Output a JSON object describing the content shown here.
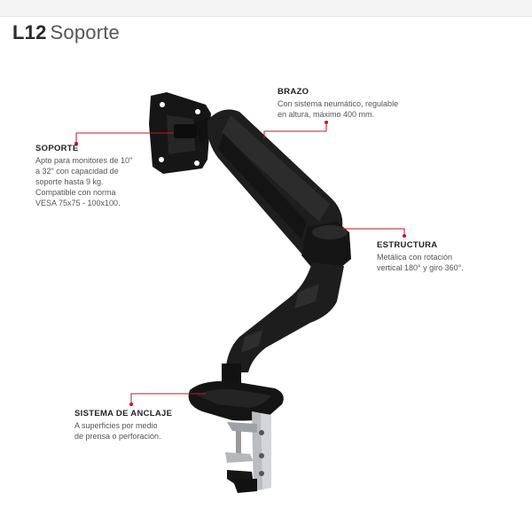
{
  "title": {
    "model": "L12",
    "name": "Soporte"
  },
  "callouts": {
    "soporte": {
      "heading": "SOPORTE",
      "text": "Apto para monitores de 10\"\na 32\" con capacidad de\nsoporte hasta 9 kg.\nCompatible con norma\nVESA 75x75 - 100x100."
    },
    "brazo": {
      "heading": "BRAZO",
      "text": "Con sistema neumático, regulable\nen altura, máximo 400 mm."
    },
    "estructura": {
      "heading": "ESTRUCTURA",
      "text": "Metálica con rotación\nvertical 180° y giro 360°."
    },
    "anclaje": {
      "heading": "SISTEMA DE ANCLAJE",
      "text": "A superficies por medio\nde prensa o perforación."
    }
  },
  "colors": {
    "accent": "#c8102e",
    "arm": "#1c1c1c",
    "clamp": "#b9bcc0"
  }
}
